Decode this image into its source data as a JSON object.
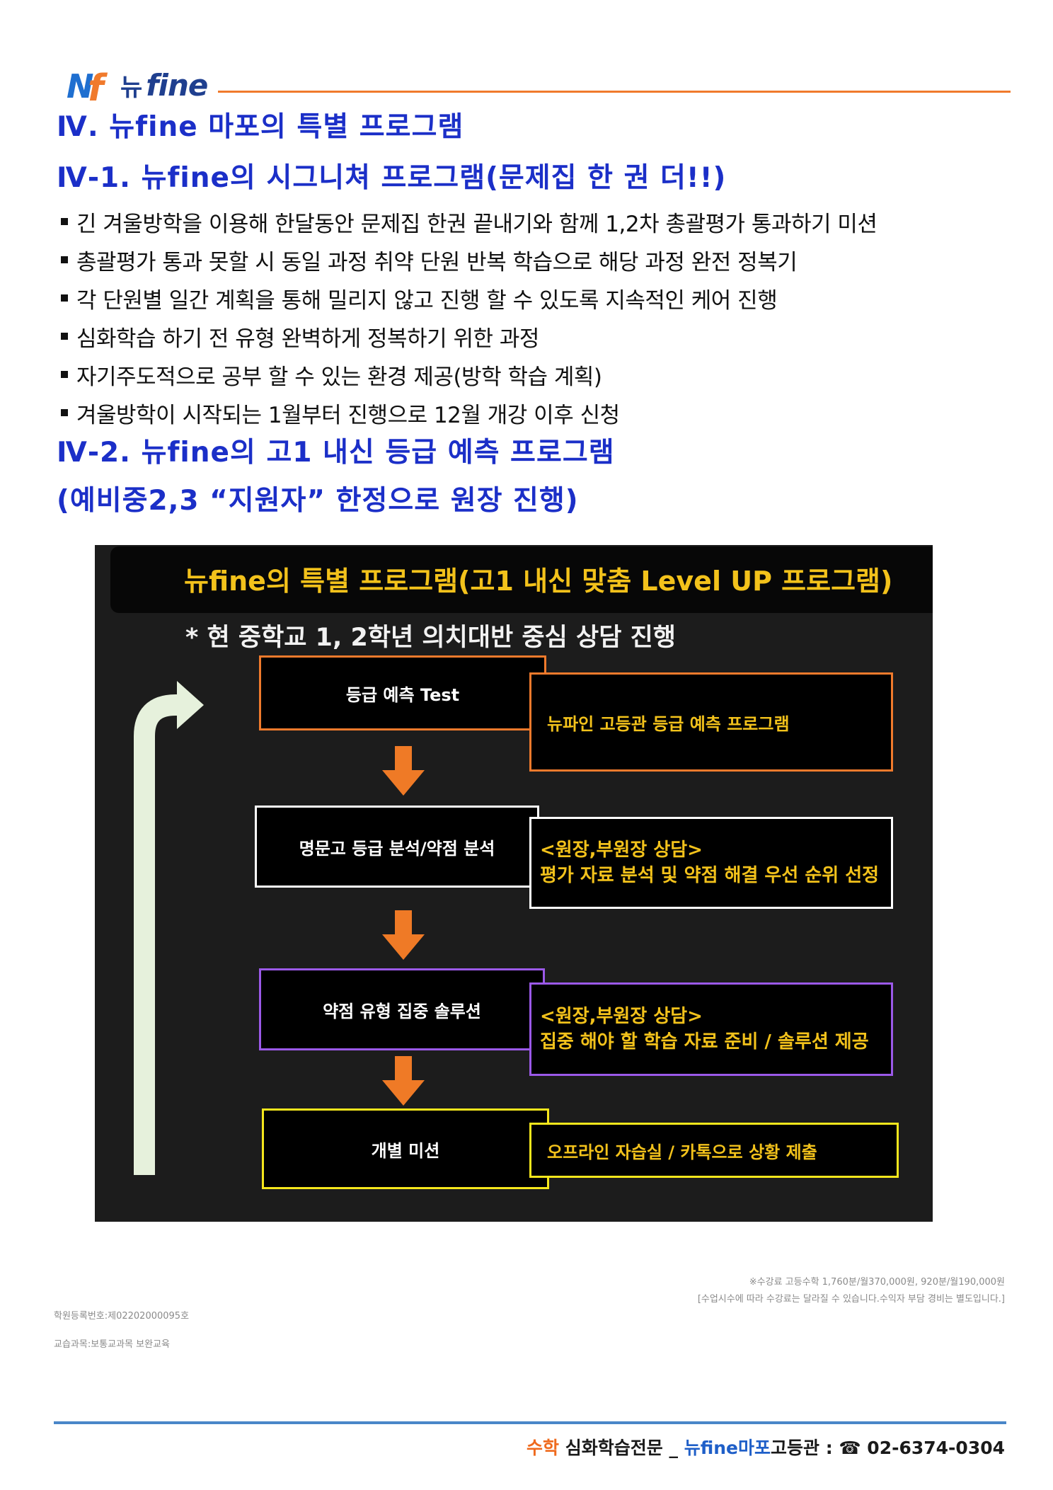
{
  "header": {
    "logo_mark": "Nf",
    "logo_kr": "뉴",
    "logo_en": "fine"
  },
  "titles": {
    "section": "Ⅳ. 뉴fine 마포의 특별 프로그램",
    "sub1": "Ⅳ-1. 뉴fine의 시그니쳐 프로그램(문제집 한 권 더!!)",
    "sub2_line1": "Ⅳ-2. 뉴fine의 고1 내신 등급 예측 프로그램",
    "sub2_line2": "(예비중2,3 “지원자” 한정으로 원장 진행)"
  },
  "bullets": [
    "긴 겨울방학을 이용해 한달동안 문제집 한권 끝내기와 함께 1,2차 총괄평가 통과하기 미션",
    "총괄평가 통과 못할 시 동일 과정 취약 단원 반복 학습으로 해당 과정 완전 정복기",
    "각 단원별 일간 계획을 통해 밀리지 않고 진행 할 수 있도록 지속적인 케어 진행",
    "심화학습 하기 전 유형 완벽하게 정복하기 위한 과정",
    "자기주도적으로 공부 할 수 있는 환경 제공(방학 학습 계획)",
    "겨울방학이 시작되는 1월부터 진행으로 12월 개강 이후 신청"
  ],
  "diagram": {
    "banner": "뉴fine의 특별 프로그램(고1 내신 맞춤 Level UP 프로그램)",
    "subtitle": "* 현 중학교 1, 2학년 의치대반 중심 상담 진행",
    "steps": [
      {
        "label": "등급 예측 Test",
        "color": "#f07a2c",
        "desc1": "뉴파인 고등관 등급 예측 프로그램",
        "desc2": ""
      },
      {
        "label": "명문고 등급 분석/약점 분석",
        "color": "#ffffff",
        "desc1": "<원장,부원장 상담>",
        "desc2": "평가 자료 분석 및 약점 해결 우선 순위 선정"
      },
      {
        "label": "약점 유형 집중 솔루션",
        "color": "#9b59e8",
        "desc1": "<원장,부원장 상담>",
        "desc2": "집중 해야 할 학습 자료 준비 / 솔루션 제공"
      },
      {
        "label": "개별 미션",
        "color": "#f5e61c",
        "desc1": "오프라인 자습실 / 카톡으로 상황 제출",
        "desc2": ""
      }
    ],
    "arrow_color": "#ef7a26",
    "loop_color": "#e6f1dc"
  },
  "notes": {
    "fee_line1": "※수강료 고등수학 1,760분/월370,000원, 920분/월190,000원",
    "fee_line2": "[수업시수에 따라 수강료는 달라질 수 있습니다.수익자 부담 경비는 별도입니다.]",
    "reg_no": "학원등록번호:제02202000095호",
    "course": "교습과목:보통교과목 보완교육"
  },
  "footer": {
    "subject": "수학",
    "specialty": "심화학습전문",
    "sep": "_",
    "brand": "뉴fine마포",
    "branch": "고등관",
    "colon": ":",
    "phone_icon": "☎",
    "phone": "02-6374-0304"
  }
}
